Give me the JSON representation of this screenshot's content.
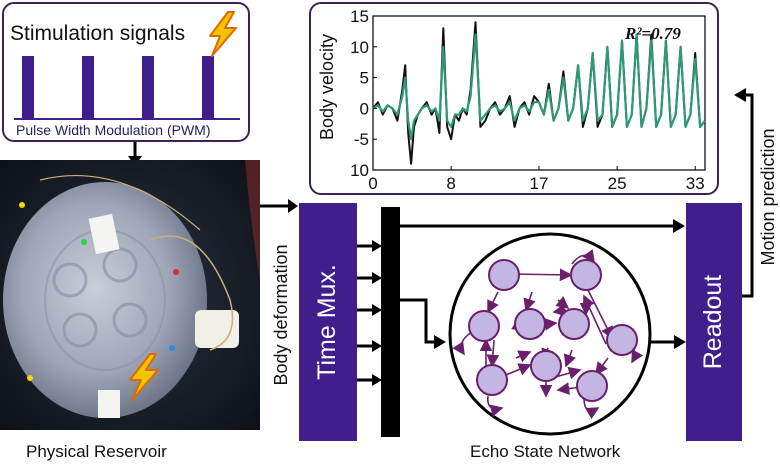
{
  "stimulation": {
    "title": "Stimulation signals",
    "pwm_label": "Pulse Width Modulation (PWM)",
    "icon": "lightning-bolt-icon"
  },
  "reservoir": {
    "caption": "Physical Reservoir",
    "icon": "lightning-bolt-icon"
  },
  "body_deformation_label": "Body deformation",
  "time_mux_label": "Time Mux.",
  "esn_caption": "Echo State Network",
  "readout_label": "Readout",
  "motion_prediction_label": "Motion prediction",
  "colors": {
    "panel_border": "#3a2456",
    "block_purple": "#3f1f8c",
    "neuron_fill": "#c3b6e3",
    "neuron_edge": "#6b1f6b",
    "prediction": "#2e9a74",
    "measured": "#111111",
    "bolt": "#f5c400"
  },
  "chart_data": {
    "type": "line",
    "ylabel": "Body velocity",
    "annotation": "R²=0.79",
    "xticks": [
      "0",
      "8",
      "17",
      "25",
      "33"
    ],
    "yticks": [
      "15",
      "10",
      "5",
      "0",
      "-5",
      "10"
    ],
    "xlim": [
      0,
      34
    ],
    "ylim": [
      -10,
      15
    ],
    "series": [
      {
        "x": [
          0,
          0.5,
          1,
          1.5,
          2,
          2.5,
          3,
          3.3,
          3.6,
          3.9,
          4.2,
          4.6,
          5,
          5.5,
          6,
          6.4,
          6.8,
          7.2,
          7.6,
          8,
          8.4,
          8.8,
          9.2,
          9.6,
          10,
          10.5,
          11,
          11.5,
          12,
          12.5,
          13,
          13.5,
          14,
          14.5,
          15,
          15.5,
          16,
          16.5,
          17,
          17.5,
          18,
          18.5,
          19,
          19.5,
          20,
          20.5,
          21,
          21.5,
          22,
          22.5,
          23,
          23.5,
          24,
          24.5,
          25,
          25.5,
          26,
          26.5,
          27,
          27.5,
          28,
          28.5,
          29,
          29.5,
          30,
          30.5,
          31,
          31.5,
          32,
          32.5,
          33,
          33.5,
          34
        ],
        "y": [
          0,
          1,
          -1,
          0.5,
          0,
          -2,
          3,
          7,
          -4,
          -9,
          -3,
          -1,
          0,
          1,
          -1,
          0,
          -4,
          13,
          -3,
          -5,
          -1,
          -2,
          0,
          -1,
          3,
          14,
          -3,
          -2,
          0,
          1,
          -1,
          0,
          2,
          -3,
          0,
          1,
          -1,
          2,
          1,
          -1,
          4,
          -2,
          0,
          6,
          -2,
          0,
          7,
          -3,
          0,
          9,
          -3,
          -1,
          10,
          -3,
          -1,
          11,
          -3,
          -1,
          12,
          -3,
          0,
          12,
          -3,
          -1,
          11,
          -3,
          -1,
          10,
          -3,
          -1,
          9,
          -3,
          -2
        ]
      },
      {
        "x": [
          0,
          0.5,
          1,
          1.5,
          2,
          2.5,
          3,
          3.3,
          3.6,
          3.9,
          4.2,
          4.6,
          5,
          5.5,
          6,
          6.4,
          6.8,
          7.2,
          7.6,
          8,
          8.4,
          8.8,
          9.2,
          9.6,
          10,
          10.5,
          11,
          11.5,
          12,
          12.5,
          13,
          13.5,
          14,
          14.5,
          15,
          15.5,
          16,
          16.5,
          17,
          17.5,
          18,
          18.5,
          19,
          19.5,
          20,
          20.5,
          21,
          21.5,
          22,
          22.5,
          23,
          23.5,
          24,
          24.5,
          25,
          25.5,
          26,
          26.5,
          27,
          27.5,
          28,
          28.5,
          29,
          29.5,
          30,
          30.5,
          31,
          31.5,
          32,
          32.5,
          33,
          33.5,
          34
        ],
        "y": [
          0,
          0.5,
          -0.5,
          0.5,
          0,
          -1,
          2,
          5,
          -2,
          -5,
          -2,
          -1,
          0,
          0.5,
          -0.5,
          0,
          -2,
          10,
          -2,
          -3,
          -1,
          -1,
          0,
          -0.5,
          2,
          12,
          -2,
          -1,
          0,
          0.5,
          -0.5,
          0,
          1,
          -2,
          0,
          0.5,
          -0.5,
          1,
          1,
          -1,
          3,
          -2,
          0,
          5,
          -2,
          0,
          7,
          -2,
          0,
          9,
          -2,
          -1,
          10,
          -3,
          -1,
          11,
          -3,
          -1,
          12,
          -3,
          0,
          11,
          -3,
          -1,
          11,
          -3,
          -1,
          10,
          -3,
          -1,
          8,
          -3,
          -2
        ]
      }
    ]
  }
}
